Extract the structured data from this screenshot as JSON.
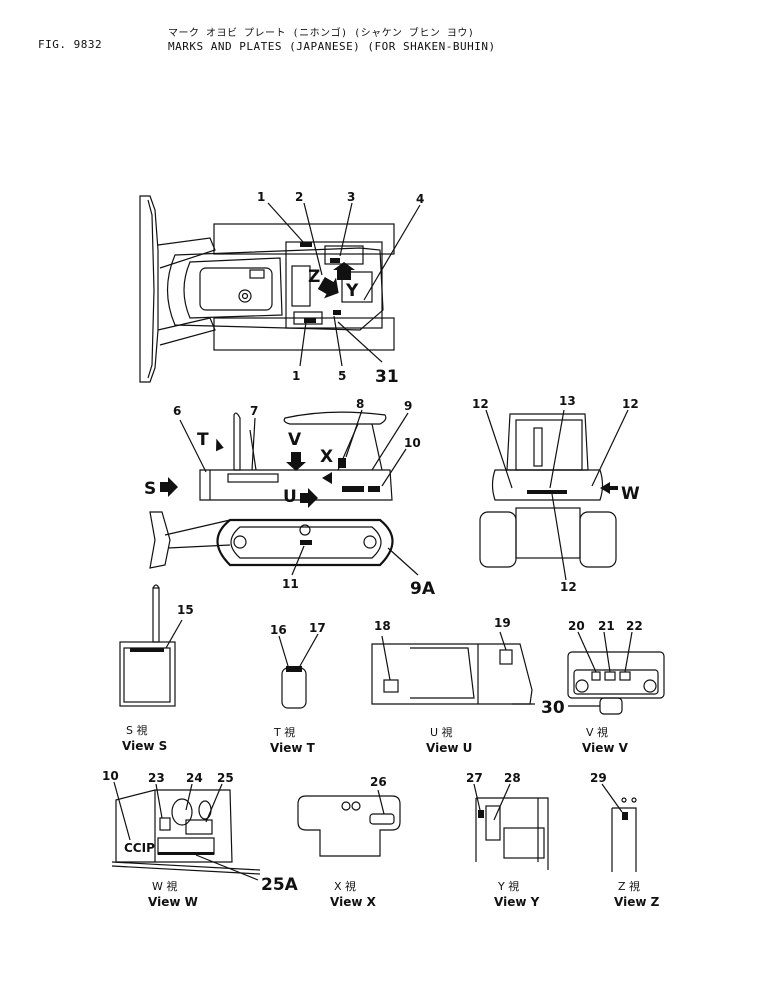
{
  "header": {
    "fig_number": "FIG. 9832",
    "title_jp": "マーク オヨビ プレート (ニホンゴ) (シャケン ブヒン ヨウ)",
    "title_en": "MARKS AND PLATES (JAPANESE) (FOR SHAKEN-BUHIN)"
  },
  "callouts": {
    "n1": "1",
    "n1b": "1",
    "n2": "2",
    "n3": "3",
    "n4": "4",
    "n5": "5",
    "n31": "31",
    "n6": "6",
    "n7": "7",
    "n8": "8",
    "n9": "9",
    "n10": "10",
    "n11": "11",
    "n9a": "9A",
    "n12a": "12",
    "n12b": "12",
    "n12c": "12",
    "n13": "13",
    "n15": "15",
    "n16": "16",
    "n17": "17",
    "n18": "18",
    "n19": "19",
    "n20": "20",
    "n21": "21",
    "n22": "22",
    "n30": "30",
    "n10w": "10",
    "n23": "23",
    "n24": "24",
    "n25": "25",
    "n25a": "25A",
    "n26": "26",
    "n27": "27",
    "n28": "28",
    "n29": "29"
  },
  "arrows": {
    "T": "T",
    "V": "V",
    "X": "X",
    "S": "S",
    "U": "U",
    "W": "W",
    "Z": "Z",
    "Y": "Y"
  },
  "views": {
    "S": {
      "jp": "S  視",
      "label": "View S"
    },
    "T": {
      "jp": "T  視",
      "label": "View T"
    },
    "U": {
      "jp": "U  視",
      "label": "View U"
    },
    "V": {
      "jp": "V  視",
      "label": "View V"
    },
    "W": {
      "jp": "W  視",
      "label": "View W"
    },
    "X": {
      "jp": "X  視",
      "label": "View X"
    },
    "Y": {
      "jp": "Y  視",
      "label": "View Y"
    },
    "Z": {
      "jp": "Z  視",
      "label": "View Z"
    }
  },
  "plate_text": {
    "view_w_plate": "CCIP"
  }
}
